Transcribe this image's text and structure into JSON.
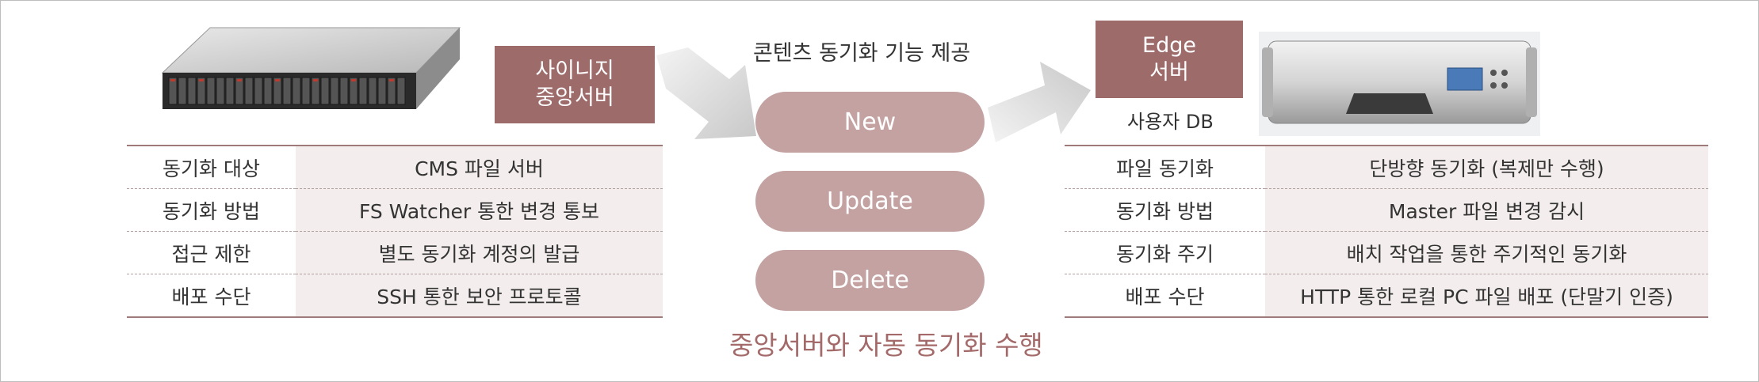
{
  "left": {
    "server_label": [
      "사이니지",
      "중앙서버"
    ],
    "table": [
      {
        "key": "동기화 대상",
        "value": "CMS 파일 서버"
      },
      {
        "key": "동기화 방법",
        "value": "FS Watcher 통한 변경 통보"
      },
      {
        "key": "접근 제한",
        "value": "별도 동기화 계정의 발급"
      },
      {
        "key": "배포 수단",
        "value": "SSH 통한 보안 프로토콜"
      }
    ]
  },
  "center": {
    "top_caption": "콘텐츠 동기화 기능 제공",
    "actions": [
      "New",
      "Update",
      "Delete"
    ],
    "bottom_caption": "중앙서버와 자동 동기화 수행"
  },
  "right": {
    "server_label": [
      "Edge",
      "서버"
    ],
    "db_label": "사용자 DB",
    "table": [
      {
        "key": "파일 동기화",
        "value": "단방향 동기화 (복제만 수행)"
      },
      {
        "key": "동기화 방법",
        "value": "Master  파일 변경 감시"
      },
      {
        "key": "동기화 주기",
        "value": "배치 작업을 통한 주기적인 동기화"
      },
      {
        "key": "배포 수단",
        "value": "HTTP 통한 로컬 PC 파일 배포 (단말기 인증)"
      }
    ]
  },
  "colors": {
    "label_box": "#9e6b6b",
    "pill": "#c4a2a2",
    "caption_accent": "#a46a6a",
    "table_shade": "#f3eeed",
    "arrow": "#d0d0d0"
  }
}
